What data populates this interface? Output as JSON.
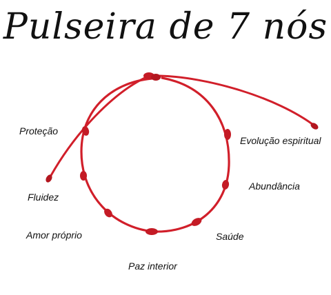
{
  "title": "Pulseira de 7 nós",
  "labels": {
    "protecao": "Proteção",
    "fluidez": "Fluidez",
    "amor_proprio": "Amor próprio",
    "paz_interior": "Paz interior",
    "saude": "Saúde",
    "abundancia": "Abundância",
    "evolucao": "Evolução espiritual"
  },
  "colors": {
    "cord": "#d11f2a",
    "cord_dark": "#9d1119",
    "text": "#111111",
    "background": "#ffffff"
  }
}
